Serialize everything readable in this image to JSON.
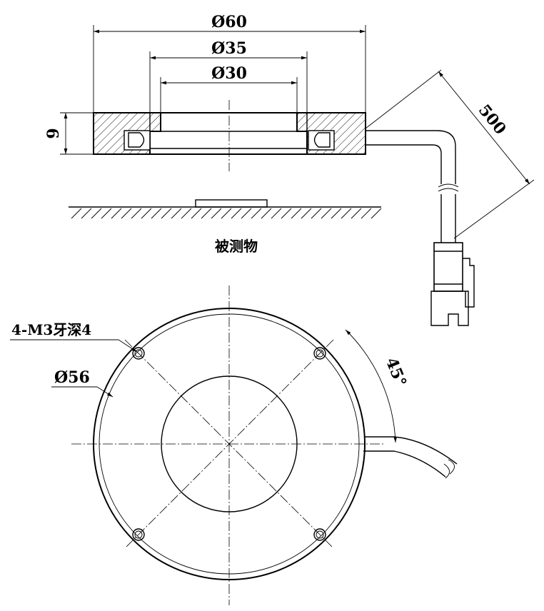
{
  "dimensions": {
    "outer_diameter": "Ø60",
    "middle_diameter": "Ø35",
    "inner_diameter": "Ø30",
    "height": "9",
    "cable_length": "500",
    "bolt_circle": "Ø56",
    "angle": "45°",
    "thread": "4-M3牙深4"
  },
  "labels": {
    "object": "被测物"
  }
}
